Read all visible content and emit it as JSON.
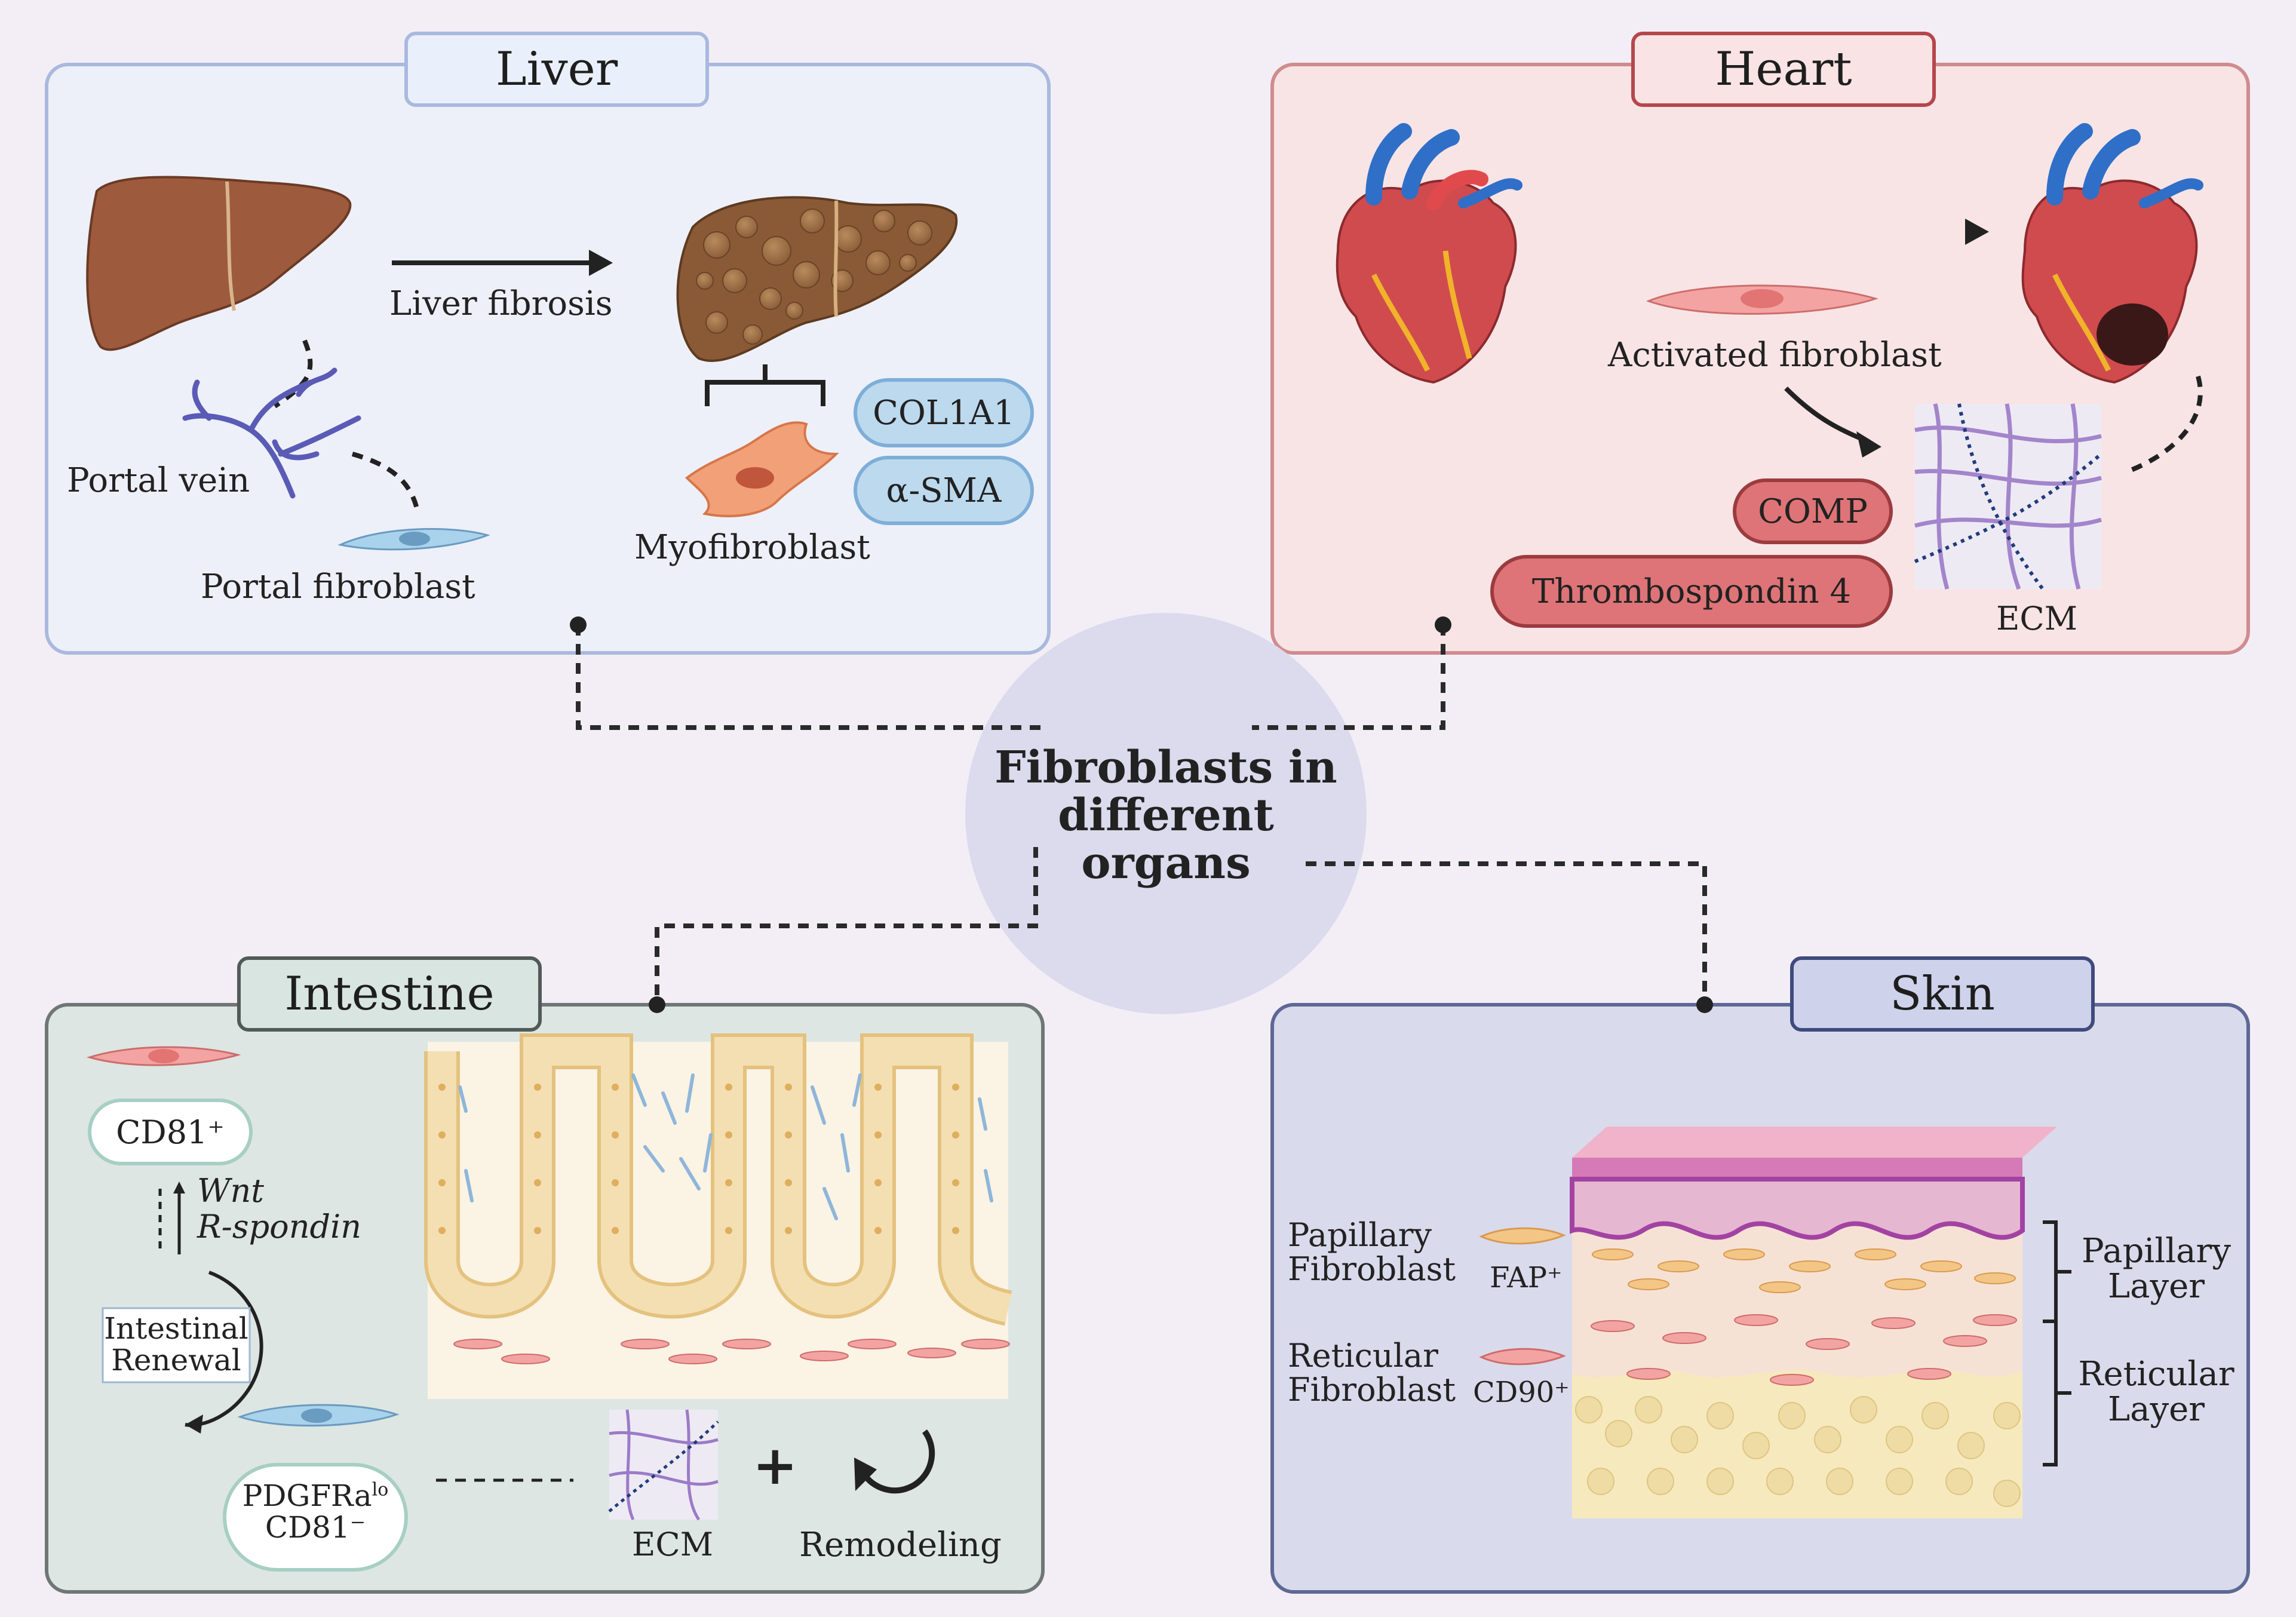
{
  "center": {
    "line1": "Fibroblasts in",
    "line2": "different",
    "line3": "organs"
  },
  "liver": {
    "title": "Liver",
    "fibrosis_label": "Liver fibrosis",
    "portal_vein": "Portal vein",
    "portal_fibroblast": "Portal fibroblast",
    "myofibroblast": "Myofibroblast",
    "markers": [
      "COL1A1",
      "α-SMA"
    ]
  },
  "heart": {
    "title": "Heart",
    "activated_fibroblast": "Activated fibroblast",
    "markers": [
      "COMP",
      "Thrombospondin 4"
    ],
    "ecm": "ECM"
  },
  "intestine": {
    "title": "Intestine",
    "cd81_pos": "CD81⁺",
    "wnt": "Wnt",
    "rspondin": "R-spondin",
    "renewal_1": "Intestinal",
    "renewal_2": "Renewal",
    "pdgfra_1": "PDGFRa",
    "pdgfra_sup": "lo",
    "pdgfra_2": "CD81⁻",
    "ecm": "ECM",
    "plus": "+",
    "remodeling": "Remodeling"
  },
  "skin": {
    "title": "Skin",
    "papillary_fib_1": "Papillary",
    "papillary_fib_2": "Fibroblast",
    "fap": "FAP⁺",
    "reticular_fib_1": "Reticular",
    "reticular_fib_2": "Fibroblast",
    "cd90": "CD90⁺",
    "papillary_layer_1": "Papillary",
    "papillary_layer_2": "Layer",
    "reticular_layer_1": "Reticular",
    "reticular_layer_2": "Layer"
  },
  "colors": {
    "liver_panel": "#edf0f8",
    "liver_border": "#a9b9de",
    "heart_panel": "#f8e4e5",
    "heart_border": "#cf8c8f",
    "intestine_panel": "#dde6e3",
    "intestine_border": "#6f7775",
    "skin_panel": "#d9dbec",
    "skin_border": "#5e6896",
    "marker_blue": "#bcd9ee",
    "marker_red": "#de7477"
  }
}
